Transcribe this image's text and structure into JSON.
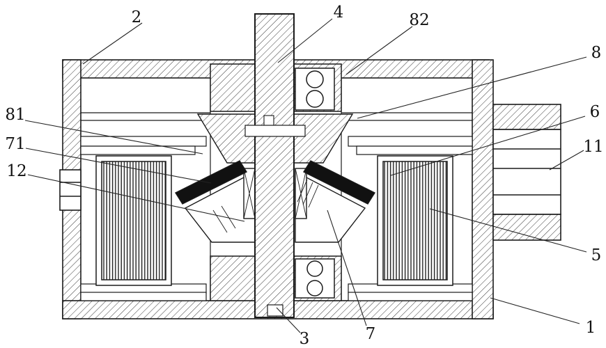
{
  "figure": {
    "kind": "patent-cross-section-drawing",
    "colors": {
      "line": "#1a1a1a",
      "background": "#ffffff",
      "wedge_fill": "#111111"
    },
    "labels": [
      {
        "id": "label-2",
        "text": "2"
      },
      {
        "id": "label-4",
        "text": "4"
      },
      {
        "id": "label-82",
        "text": "82"
      },
      {
        "id": "label-8",
        "text": "8"
      },
      {
        "id": "label-81",
        "text": "81"
      },
      {
        "id": "label-71",
        "text": "71"
      },
      {
        "id": "label-12",
        "text": "12"
      },
      {
        "id": "label-6",
        "text": "6"
      },
      {
        "id": "label-11",
        "text": "11"
      },
      {
        "id": "label-5",
        "text": "5"
      },
      {
        "id": "label-1",
        "text": "1"
      },
      {
        "id": "label-3",
        "text": "3"
      },
      {
        "id": "label-7",
        "text": "7"
      }
    ]
  }
}
